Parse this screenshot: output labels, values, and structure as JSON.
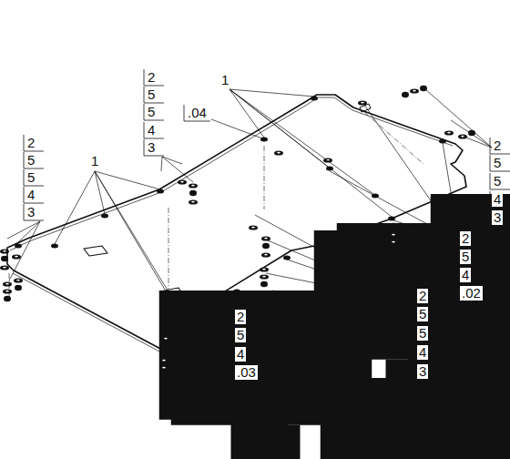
{
  "diagram": {
    "labels": [
      "2",
      "5",
      "5",
      "4",
      "3",
      ".04",
      "1",
      "2",
      "5",
      "5",
      "4",
      "3",
      "1",
      "2",
      "5",
      "5",
      "4",
      "3",
      "2",
      "5",
      "4",
      ".02",
      "2",
      "5",
      "4",
      ".03",
      "2",
      "5",
      "5",
      "4",
      "3"
    ]
  }
}
